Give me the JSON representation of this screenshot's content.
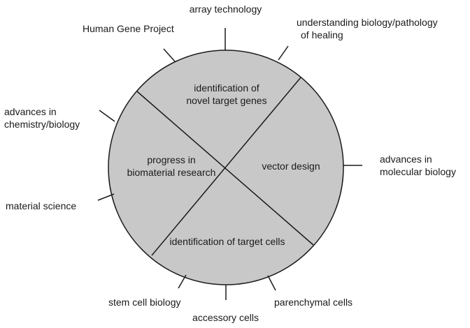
{
  "colors": {
    "circle_fill": "#c8c8c8",
    "stroke": "#1a1a1a",
    "text": "#1a1a1a",
    "background": "#ffffff"
  },
  "sectors": {
    "top": [
      "identification of",
      "novel target genes"
    ],
    "right": [
      "vector design"
    ],
    "left": [
      "progress in",
      "biomaterial research"
    ],
    "bottom": [
      "identification of target cells"
    ]
  },
  "outer_labels": {
    "array_technology": [
      "array technology"
    ],
    "human_gene_project": [
      "Human Gene Project"
    ],
    "understanding_biology": [
      "understanding biology/pathology",
      "of healing"
    ],
    "advances_chemistry": [
      "advances in",
      "chemistry/biology"
    ],
    "advances_molecular": [
      "advances in",
      "molecular biology"
    ],
    "material_science": [
      "material science"
    ],
    "stem_cell_biology": [
      "stem cell  biology"
    ],
    "accessory_cells": [
      "accessory cells"
    ],
    "parenchymal_cells": [
      "parenchymal cells"
    ]
  }
}
